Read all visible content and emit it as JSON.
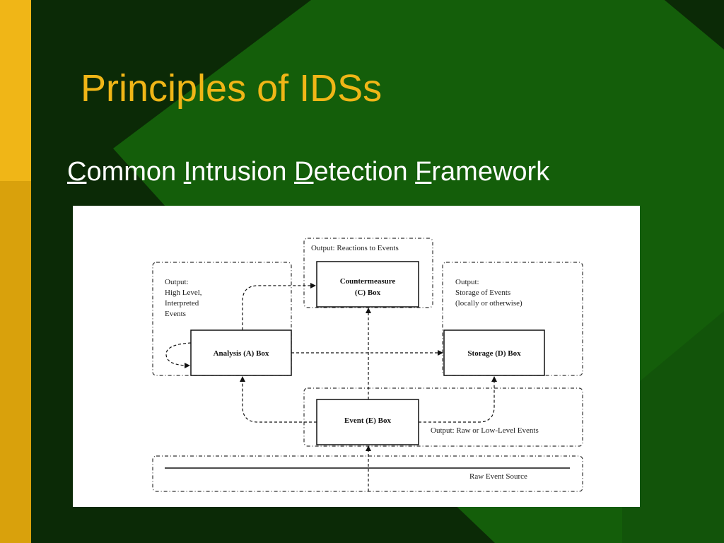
{
  "slide": {
    "title": "Principles of IDSs",
    "subtitle_words": [
      {
        "initial": "C",
        "rest": "ommon"
      },
      {
        "initial": "I",
        "rest": "ntrusion"
      },
      {
        "initial": "D",
        "rest": "etection"
      },
      {
        "initial": "F",
        "rest": "ramework"
      }
    ]
  },
  "colors": {
    "title": "#f0b617",
    "bar_top": "#f0b617",
    "bar_bottom": "#d9a10c",
    "background_dark": "#0b2a06",
    "background_green": "#145e0a",
    "diagram_bg": "#ffffff"
  },
  "diagram": {
    "boxes": {
      "countermeasure": {
        "line1": "Countermeasure",
        "line2": "(C) Box"
      },
      "analysis": "Analysis (A) Box",
      "storage": "Storage (D) Box",
      "event": "Event (E) Box"
    },
    "outputs": {
      "reactions": "Output: Reactions to Events",
      "high_level": [
        "Output:",
        "High Level,",
        "Interpreted",
        "Events"
      ],
      "storage": [
        "Output:",
        "Storage of Events",
        "(locally or otherwise)"
      ],
      "raw": "Output: Raw or Low-Level Events"
    },
    "raw_source": "Raw Event Source"
  }
}
